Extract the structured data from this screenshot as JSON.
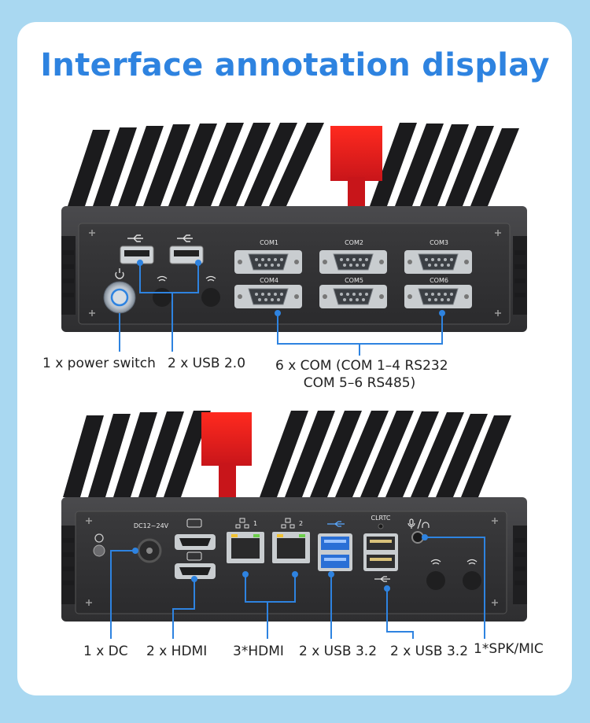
{
  "title": "Interface annotation display",
  "front_panel": {
    "com_ports": [
      "COM1",
      "COM2",
      "COM3",
      "COM4",
      "COM5",
      "COM6"
    ],
    "labels": {
      "power": "1 x power switch",
      "usb2": "2 x USB 2.0",
      "com_line1": "6 x COM (COM 1–4 RS232",
      "com_line2": "COM 5–6 RS485)"
    }
  },
  "rear_panel": {
    "port_text": {
      "dc": "DC12~24V",
      "clrtc": "CLRTC",
      "lan1": "1",
      "lan2": "2"
    },
    "labels": {
      "dc": "1 x DC",
      "hdmi": "2 x HDMI",
      "lan": "3*HDMI",
      "usb32a": "2 x USB 3.2",
      "usb32b": "2 x USB 3.2",
      "audio": "1*SPK/MIC"
    }
  },
  "colors": {
    "background": "#a9d8f1",
    "headline": "#2e83e0",
    "callout": "#2e83e0",
    "body": "#3c3c3e",
    "fins": "#1d1d1f",
    "accent_red": "#e8231d",
    "usb3_blue": "#2a6fd6"
  }
}
